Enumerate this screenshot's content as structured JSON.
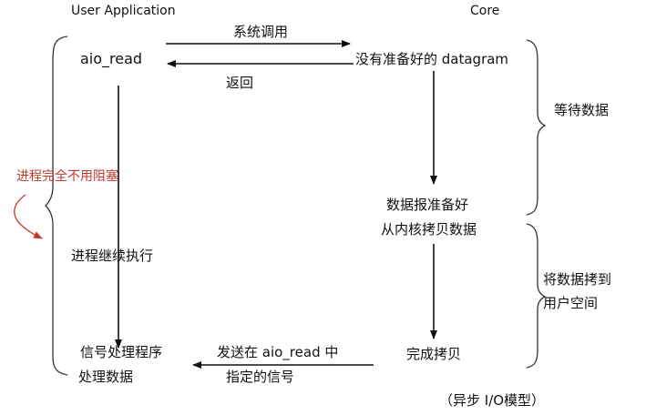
{
  "header": {
    "left": "User Application",
    "right": "Core"
  },
  "left": {
    "aio_read": "aio_read",
    "continue": "进程继续执行",
    "signal_line1": "信号处理程序",
    "signal_line2": "处理数据"
  },
  "annotation": {
    "no_block": "进程完全不用阻塞"
  },
  "arrows": {
    "syscall": "系统调用",
    "return": "返回",
    "send_line1": "发送在 aio_read 中",
    "send_line2": "指定的信号"
  },
  "core": {
    "no_datagram": "没有准备好的 datagram",
    "ready_line1": "数据报准备好",
    "ready_line2": "从内核拷贝数据",
    "copy_done": "完成拷贝"
  },
  "brackets": {
    "wait": "等待数据",
    "copy_line1": "将数据拷到",
    "copy_line2": "用户空间"
  },
  "caption": "（异步 I/O模型）"
}
